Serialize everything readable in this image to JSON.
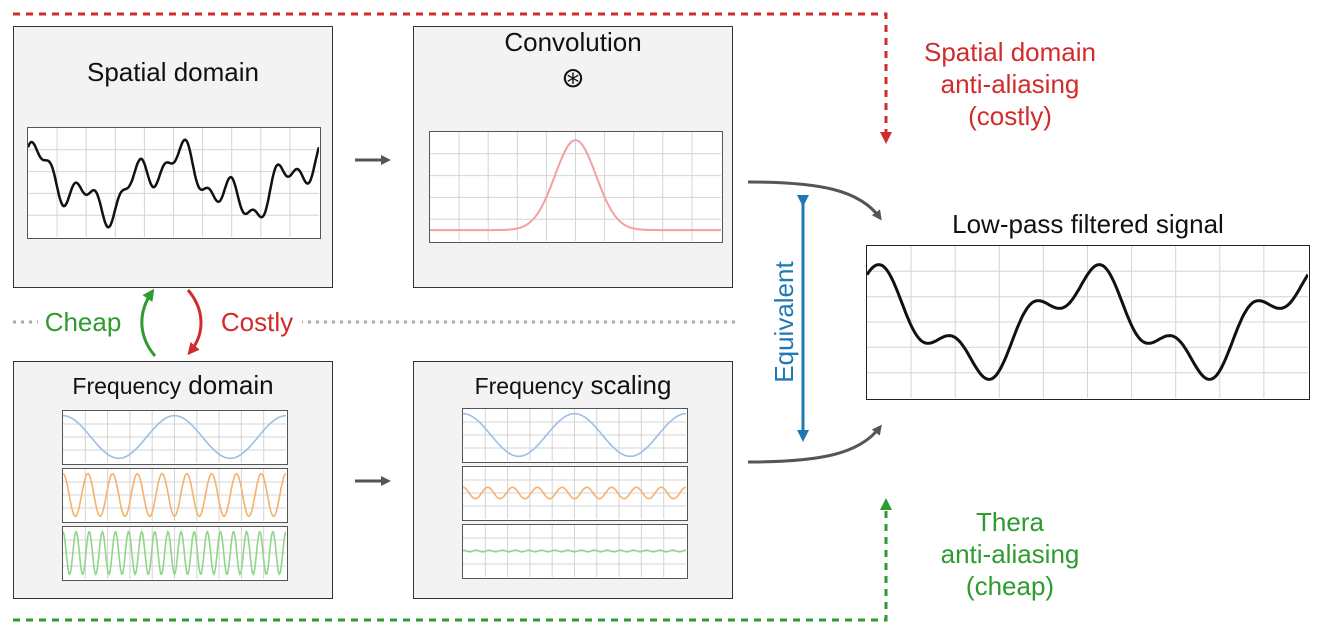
{
  "panels": {
    "spatial": {
      "title": "Spatial domain"
    },
    "convolution": {
      "title": "Convolution",
      "symbol": "⊛"
    },
    "frequency": {
      "title_a": "Frequency",
      "title_b": " domain"
    },
    "scaling": {
      "title_a": "Frequency",
      "title_b": " scaling"
    }
  },
  "output": {
    "title": "Low-pass filtered signal"
  },
  "labels": {
    "cheap": "Cheap",
    "costly": "Costly",
    "equivalent": "Equivalent",
    "spatial_aa": [
      "Spatial domain",
      "anti-aliasing",
      "(costly)"
    ],
    "thera_aa": [
      "Thera",
      "anti-aliasing",
      "(cheap)"
    ]
  },
  "colors": {
    "red": "#d22b2b",
    "green": "#2e9b2e",
    "blue": "#1f77b4",
    "gray": "#555555",
    "wave_blue": "#9dbfe0",
    "wave_orange": "#f5b26b",
    "wave_green": "#8fd68a",
    "gaussian": "#f4a0a0"
  }
}
